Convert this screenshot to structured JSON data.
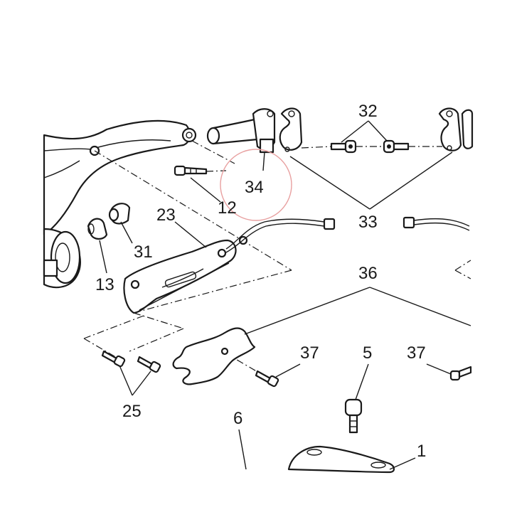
{
  "diagram": {
    "callouts": [
      {
        "id": "c32",
        "text": "32"
      },
      {
        "id": "c34",
        "text": "34"
      },
      {
        "id": "c12",
        "text": "12"
      },
      {
        "id": "c23",
        "text": "23"
      },
      {
        "id": "c33",
        "text": "33"
      },
      {
        "id": "c31",
        "text": "31"
      },
      {
        "id": "c13",
        "text": "13"
      },
      {
        "id": "c36",
        "text": "36"
      },
      {
        "id": "c37a",
        "text": "37"
      },
      {
        "id": "c5",
        "text": "5"
      },
      {
        "id": "c37b",
        "text": "37"
      },
      {
        "id": "c25",
        "text": "25"
      },
      {
        "id": "c6",
        "text": "6"
      },
      {
        "id": "c1",
        "text": "1"
      }
    ],
    "colors": {
      "line": "#1a1a1a",
      "highlight_circle": "#e8a0a0",
      "background": "#ffffff"
    }
  }
}
